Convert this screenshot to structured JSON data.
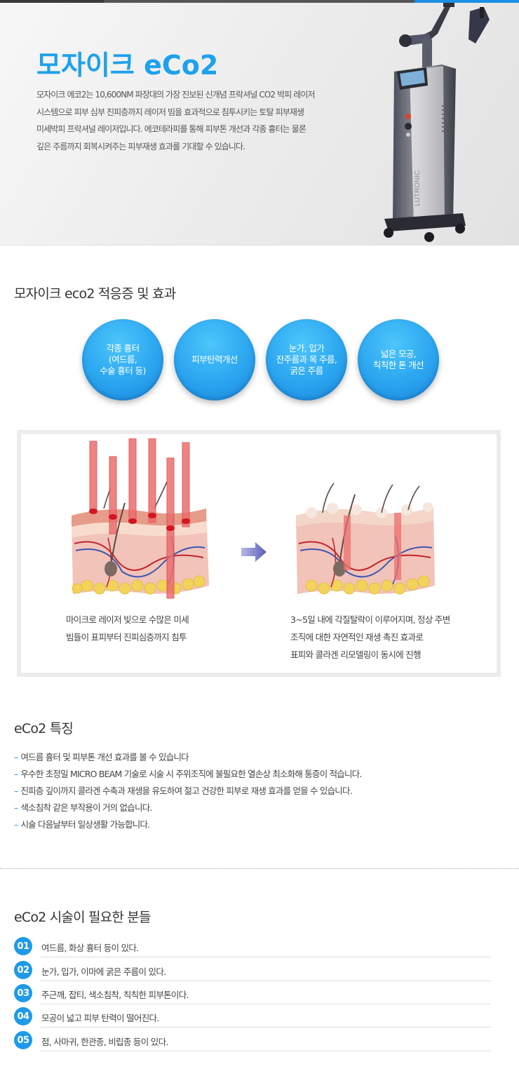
{
  "hero": {
    "title": "모자이크 eCo2",
    "description": "모자이크 에코2는 10,600NM 파장대의 가장 진보된 신개념 프락셔널 CO2 박피 레이저\n시스템으로 피부 심부 진피층까지 레이저 빔을 효과적으로 침투시키는 토탈 피부재생\n미세박피 프락셔널 레이저입니다. 에코테라피를 통해 피부톤 개선과 각종 흉터는 물론\n깊은 주름까지 회복시켜주는 피부재생 효과를 기대할 수 있습니다.",
    "machine_brand": "LUTRONIC"
  },
  "indications": {
    "title": "모자이크 eco2 적응증 및 효과",
    "items": [
      "각종 흉터\n(여드름,\n수술 흉터 등)",
      "피부탄력개선",
      "눈가, 입가\n잔주름과 목 주름,\n굵은 주름",
      "넓은 모공,\n칙칙한 톤 개선"
    ]
  },
  "diagram": {
    "caption_left": "마이크로 레이저 빛으로 수많은 미세\n빔들이 표피부터 진피심층까지 침투",
    "caption_right": "3~5일 내에 각질탈락이 이루어지며, 정상 주변\n조직에 대한 자연적인 재생 촉진 효과로\n표피와 콜라겐 리모델링이 동시에 진행"
  },
  "features": {
    "title": "eCo2 특징",
    "dash": "–",
    "items": [
      "여드름 흉터 및 피부톤 개선 효과를 볼 수 있습니다",
      "우수한 초정밀 MICRO BEAM 기술로 시술 시 주위조직에 불필요한 열손상 최소화해 통증이 적습니다.",
      "진피층 깊이까지 콜라겐 수축과 재생을 유도하여 젊고 건강한 피부로 재생 효과를 얻을 수 있습니다.",
      "색소침착 같은 부작용이 거의 없습니다.",
      "시술 다음날부터 일상생활 가능합니다."
    ]
  },
  "candidates": {
    "title": "eCo2 시술이 필요한 분들",
    "items": [
      {
        "num": "01",
        "text": "여드름, 화상 흉터 등이 있다."
      },
      {
        "num": "02",
        "text": "눈가, 입가, 이마에 굵은 주름이 있다."
      },
      {
        "num": "03",
        "text": "주근깨, 잡티, 색소침착, 칙칙한 피부톤이다."
      },
      {
        "num": "04",
        "text": "모공이 넓고 피부 탄력이 떨어진다."
      },
      {
        "num": "05",
        "text": "점, 사마귀, 한관종, 비립종 등이 있다."
      }
    ]
  },
  "colors": {
    "accent": "#1ea1ec",
    "badge": "#1e9ae8",
    "laser": "#e85a5a"
  }
}
